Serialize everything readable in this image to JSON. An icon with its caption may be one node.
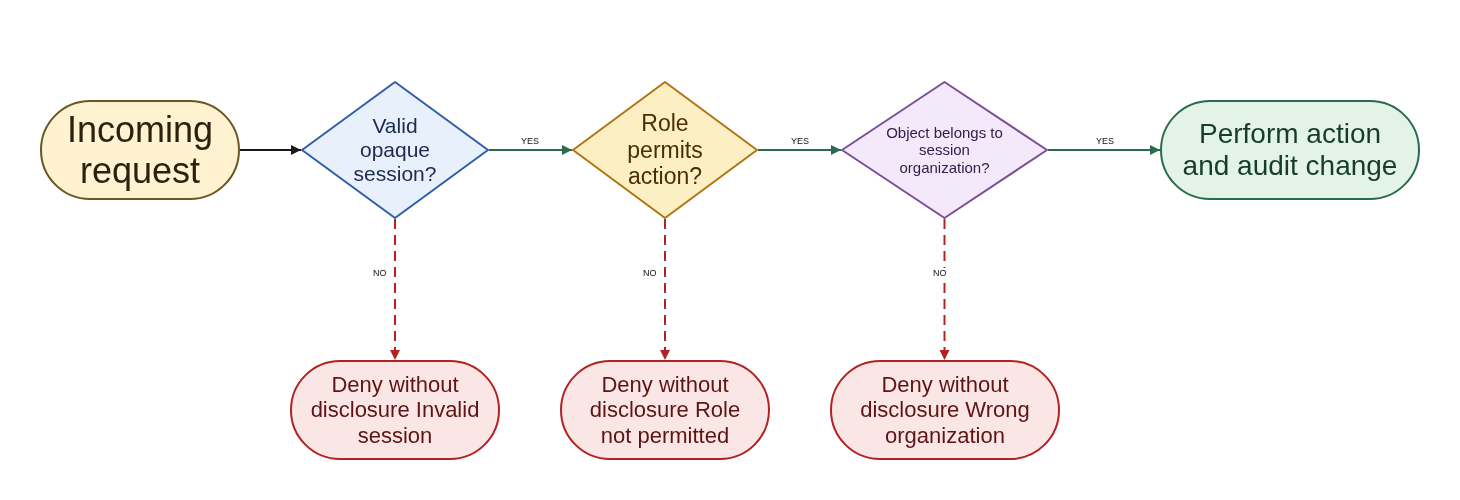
{
  "diagram": {
    "nodes": [
      {
        "text": [
          "Incoming request"
        ]
      },
      {
        "text": [
          "Valid opaque session?"
        ]
      },
      {
        "text": [
          "Role permits action?"
        ]
      },
      {
        "text": [
          "Object belongs to session organization?"
        ]
      },
      {
        "text": [
          "Perform action and audit change"
        ]
      },
      {
        "text": [
          "Deny without disclosure Invalid session"
        ]
      },
      {
        "text": [
          "Deny without disclosure Role not permitted"
        ]
      },
      {
        "text": [
          "Deny without disclosure Wrong organization"
        ]
      }
    ],
    "edges": [
      {
        "from": 0,
        "to": 1,
        "arrow": "to"
      },
      {
        "from": 1,
        "to": 2,
        "arrow": "to",
        "label": "YES",
        "color": "#2a6b50"
      },
      {
        "from": 2,
        "to": 3,
        "arrow": "to",
        "label": "YES",
        "color": "#2a6b50"
      },
      {
        "from": 3,
        "to": 4,
        "arrow": "to",
        "label": "YES",
        "color": "#2a6b50"
      },
      {
        "from": 1,
        "to": 5,
        "arrow": "to",
        "label": "NO",
        "style": "dashed",
        "color": "#b22222"
      },
      {
        "from": 2,
        "to": 6,
        "arrow": "to",
        "label": "NO",
        "style": "dashed",
        "color": "#b22222"
      },
      {
        "from": 3,
        "to": 7,
        "arrow": "to",
        "label": "NO",
        "style": "dashed",
        "color": "#b22222"
      }
    ]
  }
}
